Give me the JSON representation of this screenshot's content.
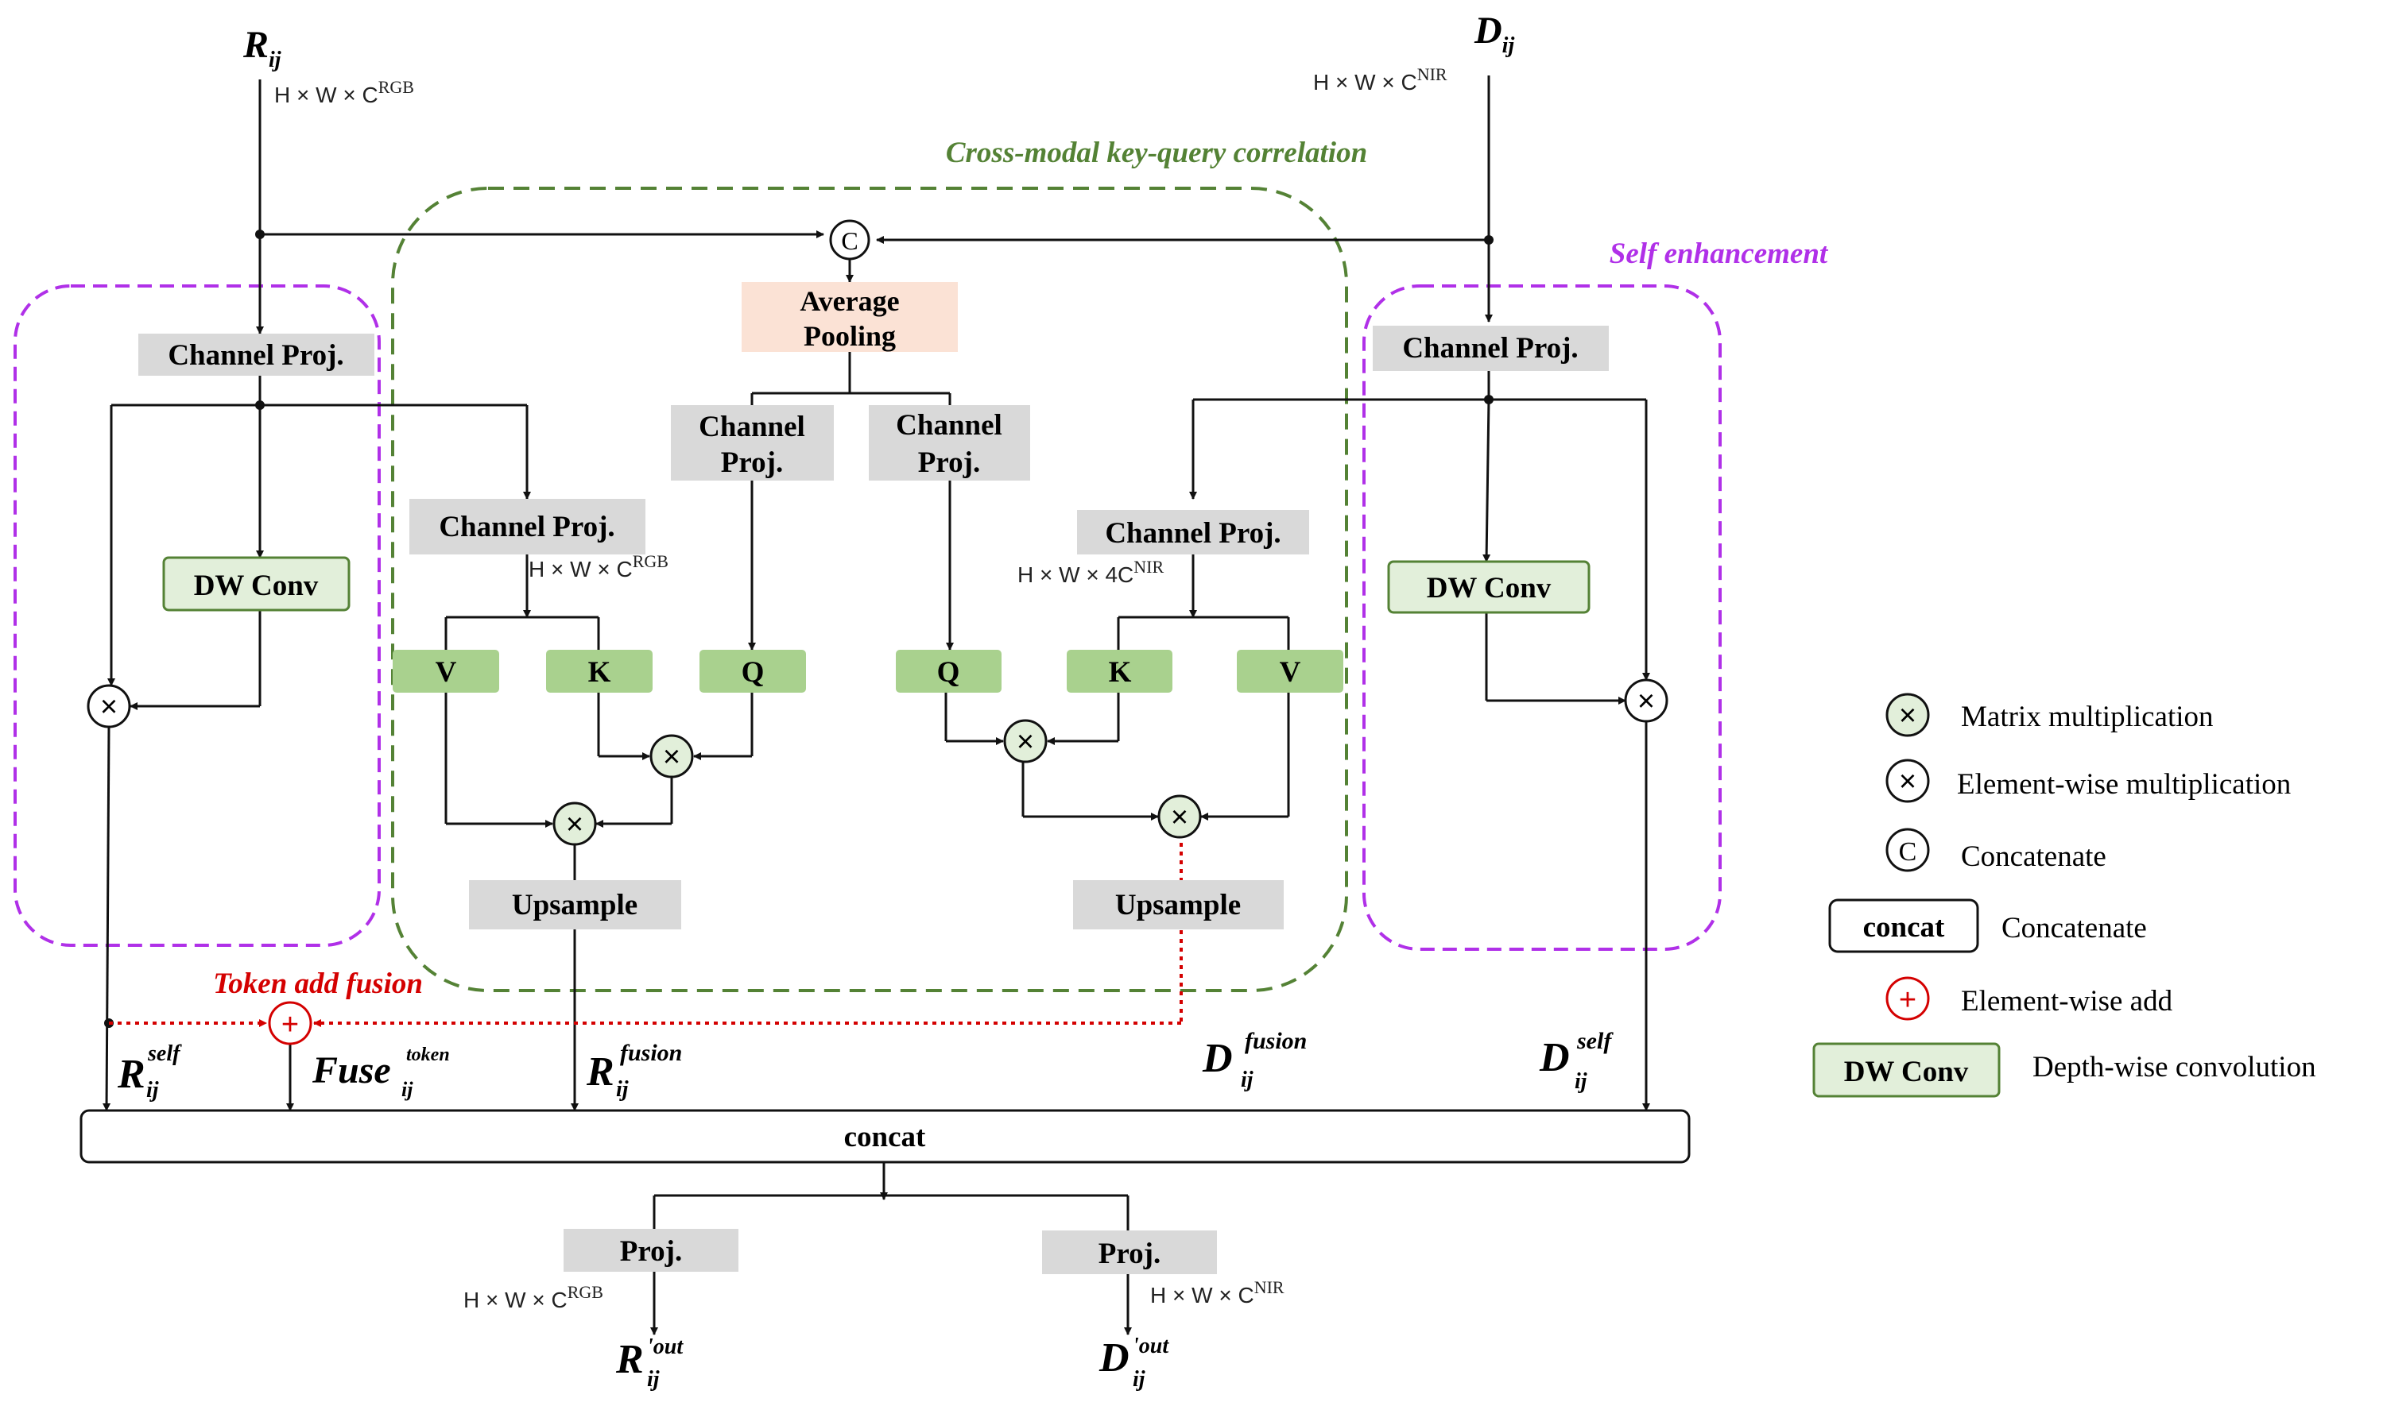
{
  "sections": {
    "cross_modal": "Cross-modal key-query correlation",
    "self_enhancement": "Self enhancement",
    "token_add_fusion": "Token add fusion"
  },
  "inputs": {
    "r_label": "R",
    "r_sub": "ij",
    "d_label": "D",
    "d_sub": "ij"
  },
  "dims": {
    "r_input": {
      "base": "H × W × C",
      "sup": "RGB"
    },
    "d_input": {
      "base": "H × W × C",
      "sup": "NIR"
    },
    "r_proj": {
      "base": "H × W × C",
      "sup": "RGB"
    },
    "d_proj": {
      "base": "H × W × 4C",
      "sup": "NIR"
    },
    "r_out": {
      "base": "H × W × C",
      "sup": "RGB"
    },
    "d_out": {
      "base": "H × W × C",
      "sup": "NIR"
    }
  },
  "boxes": {
    "channel_proj": "Channel Proj.",
    "channel": "Channel",
    "proj": "Proj.",
    "average": "Average",
    "pooling": "Pooling",
    "dw_conv": "DW Conv",
    "upsample": "Upsample",
    "concat": "concat",
    "v": "V",
    "k": "K",
    "q": "Q"
  },
  "ops": {
    "concat_symbol": "C",
    "mult_symbol": "×",
    "add_symbol": "+"
  },
  "features": {
    "r_self": {
      "base": "R",
      "sup": "self",
      "sub": "ij"
    },
    "fuse_token": {
      "base": "Fuse",
      "sup": "token",
      "sub": "ij"
    },
    "r_fusion": {
      "base": "R",
      "sup": "fusion",
      "sub": "ij"
    },
    "d_fusion": {
      "base": "D",
      "sup": "fusion",
      "sub": "ij"
    },
    "d_self": {
      "base": "D",
      "sup": "self",
      "sub": "ij"
    },
    "r_out": {
      "base": "R",
      "sup": "'out",
      "sub": "ij"
    },
    "d_out": {
      "base": "D",
      "sup": "'out",
      "sub": "ij"
    }
  },
  "legend": [
    {
      "symbol": "×",
      "label": "Matrix multiplication"
    },
    {
      "symbol": "×",
      "label": "Element-wise multiplication"
    },
    {
      "symbol": "C",
      "label": "Concatenate"
    },
    {
      "symbol": "concat",
      "label": "Concatenate"
    },
    {
      "symbol": "+",
      "label": "Element-wise add"
    },
    {
      "symbol": "DW Conv",
      "label": "Depth-wise convolution"
    }
  ],
  "colors": {
    "line": "#111111",
    "gray_box": "#d9d9d9",
    "green_box": "#a9d18e",
    "green_light": "#e2efda",
    "green_border": "#548235",
    "peach": "#fbe2d5",
    "cross_modal": "#548235",
    "self_enh": "#b030e8",
    "token": "#d40000",
    "op_fill": "#e2efda"
  }
}
